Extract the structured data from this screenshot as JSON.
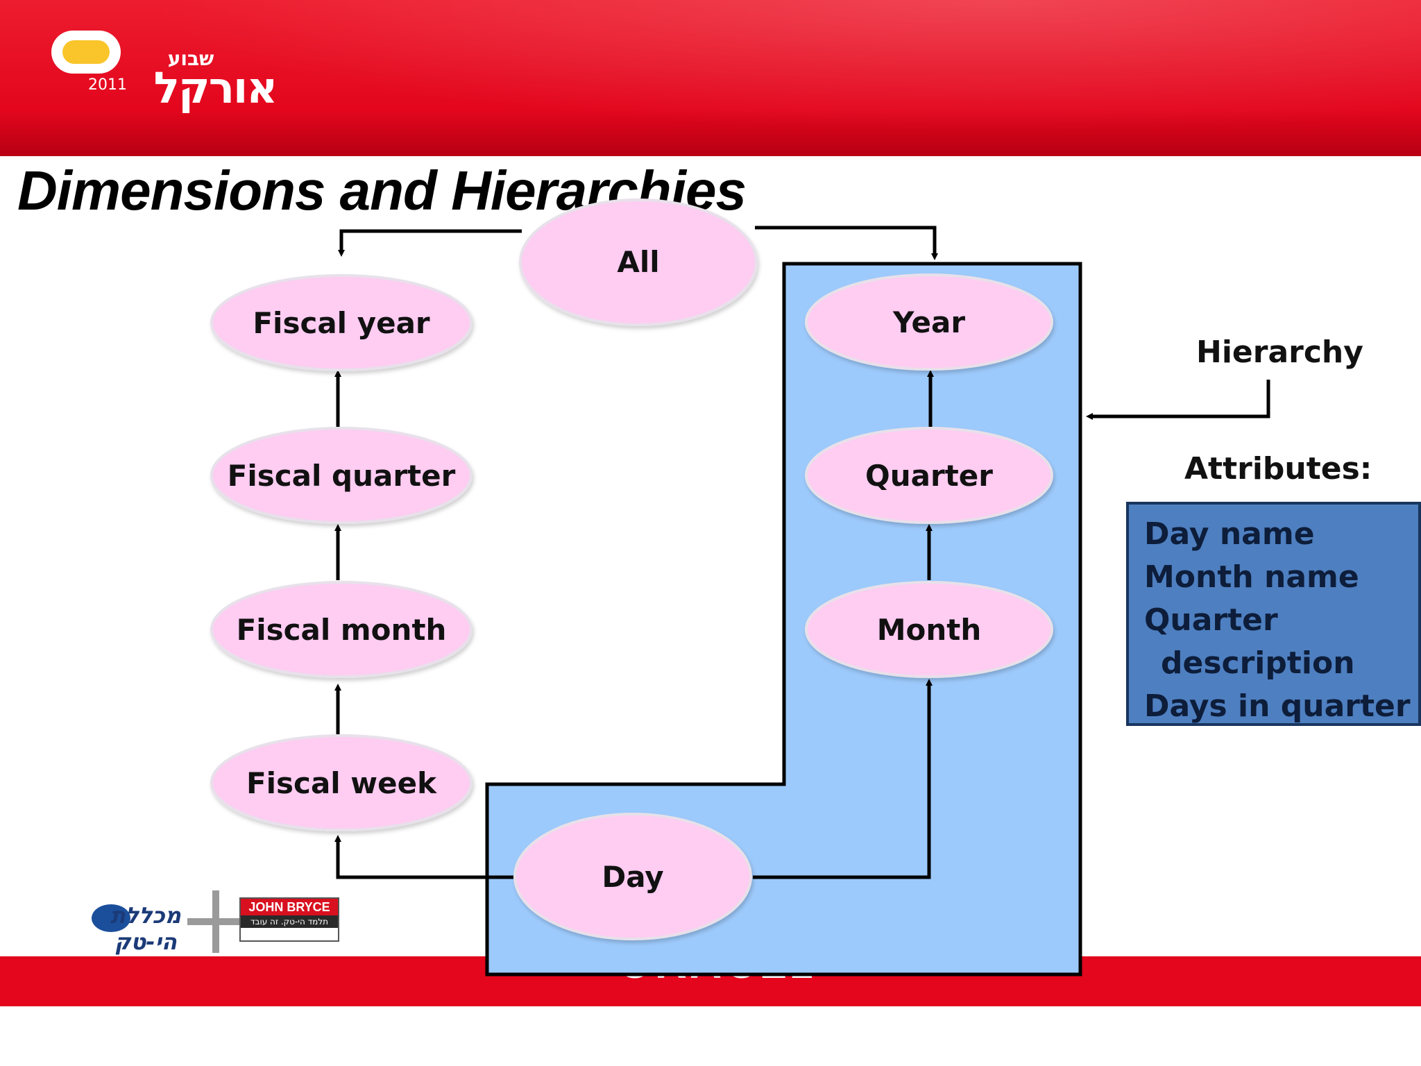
{
  "header": {
    "logo_hebrew_top": "שבוע",
    "logo_hebrew_main": "אורקל",
    "logo_year": "2011"
  },
  "slide": {
    "title": "Dimensions and Hierarchies"
  },
  "diagram": {
    "nodes": {
      "all": "All",
      "fiscal_year": "Fiscal year",
      "fiscal_quarter": "Fiscal quarter",
      "fiscal_month": "Fiscal month",
      "fiscal_week": "Fiscal week",
      "year": "Year",
      "quarter": "Quarter",
      "month": "Month",
      "day": "Day"
    },
    "hierarchy_label": "Hierarchy",
    "attributes_label": "Attributes:",
    "attributes": {
      "line1": "Day name",
      "line2": "Month name",
      "line3": "Quarter",
      "line4": "description",
      "line5": "Days in quarter"
    }
  },
  "footer": {
    "oracle": "ORACLE",
    "partner1": "מכללת הי-טק",
    "partner2": "JOHN BRYCE",
    "partner2_sub": "תלמד הי-טק. זה עובד"
  },
  "colors": {
    "brand_red": "#e3061d",
    "node_fill": "#ffccf2",
    "hierarchy_fill": "#9dcafc",
    "attribute_fill": "#4e7fc0"
  }
}
